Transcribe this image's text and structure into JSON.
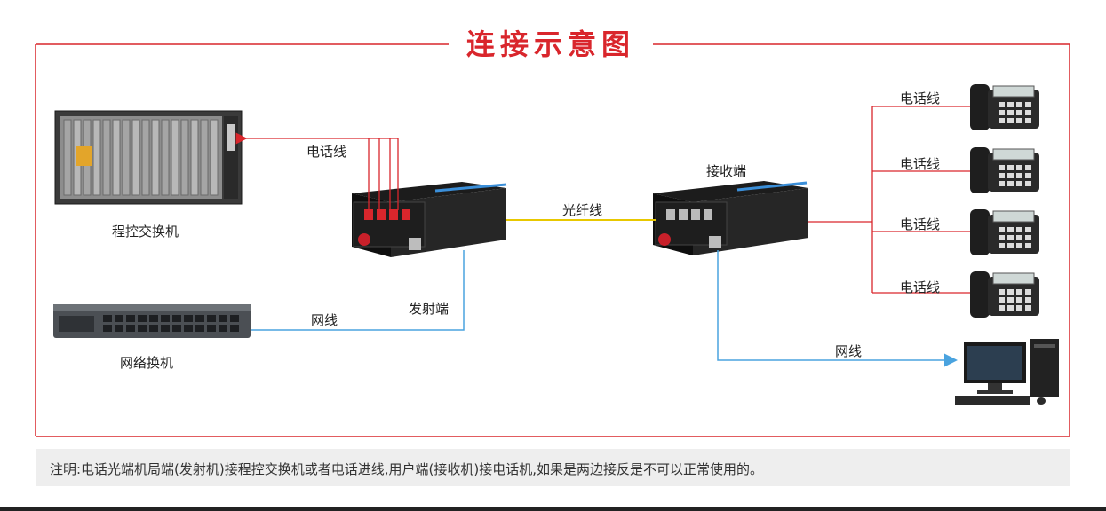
{
  "title": "连接示意图",
  "labels": {
    "pbx": "程控交换机",
    "switch": "网络换机",
    "transmitter": "发射端",
    "receiver": "接收端",
    "fiber": "光纤线",
    "phone_line": "电话线",
    "net_line_left": "网线",
    "net_line_right": "网线",
    "phone1": "电话线",
    "phone2": "电话线",
    "phone3": "电话线",
    "phone4": "电话线"
  },
  "note": "注明:电话光端机局端(发射机)接程控交换机或者电话进线,用户端(接收机)接电话机,如果是两边接反是不可以正常使用的。",
  "colors": {
    "frame": "#d9262c",
    "phone_wire": "#d9262c",
    "fiber_wire": "#e8c800",
    "net_wire": "#4aa3df"
  },
  "icons": {
    "pbx": "pbx-rack-icon",
    "switch": "network-switch-icon",
    "transmitter": "optical-transmitter-icon",
    "receiver": "optical-receiver-icon",
    "phone": "desk-phone-icon",
    "computer": "desktop-computer-icon"
  }
}
